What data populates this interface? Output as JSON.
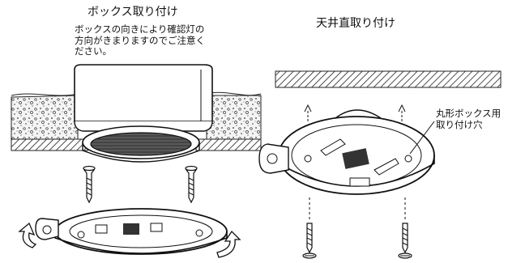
{
  "left_panel": {
    "title": "ボックス取り付け",
    "note": "ボックスの向きにより確認灯の方向がきまりますのでご注意ください。"
  },
  "right_panel": {
    "title": "天井直取り付け",
    "callout": "丸形ボックス用取り付け穴"
  }
}
